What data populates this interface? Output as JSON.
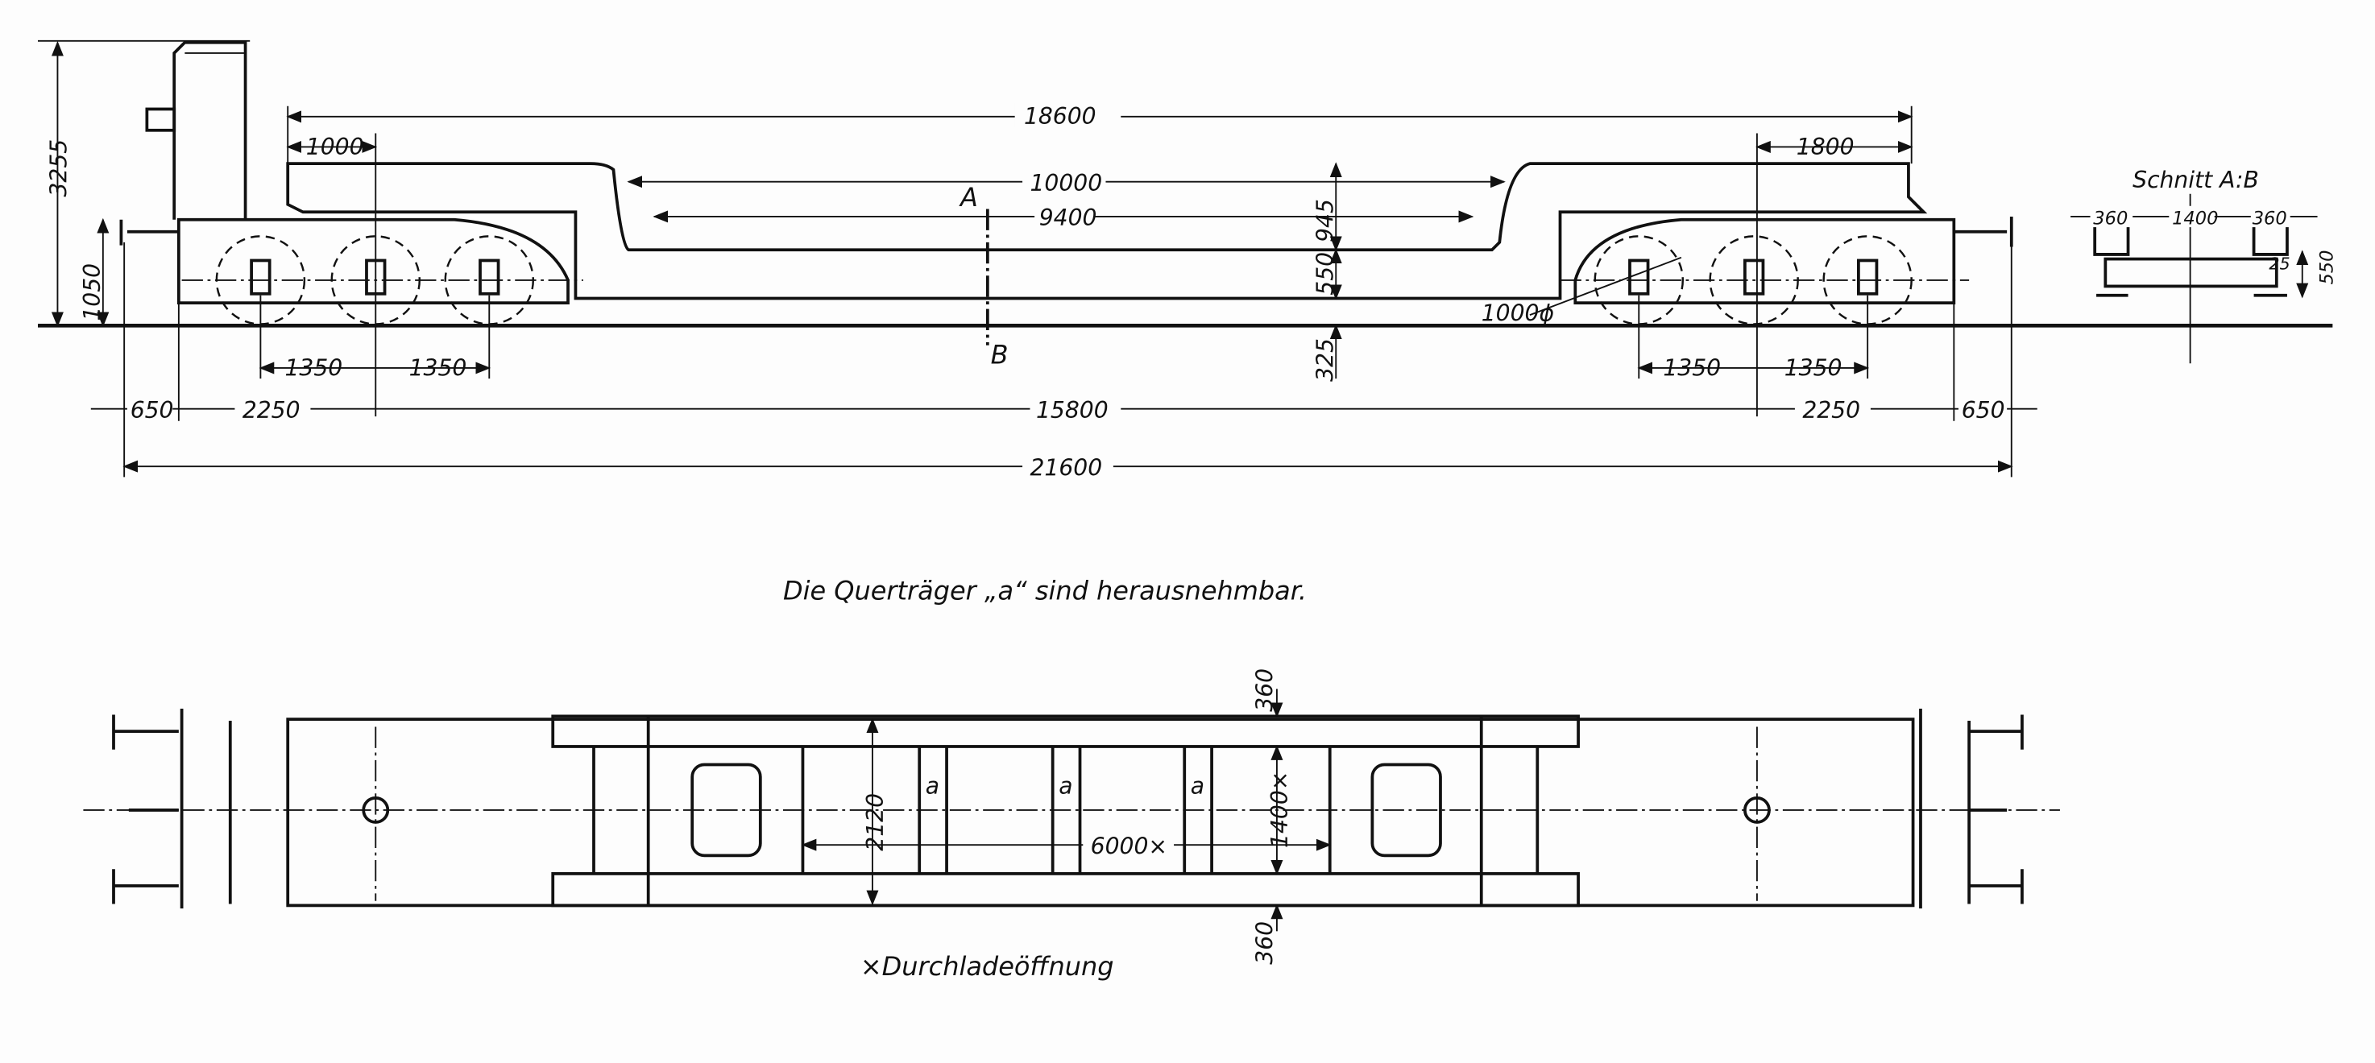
{
  "side_view": {
    "dims": {
      "total_height": "3255",
      "buffer_height": "1050",
      "deck_length": "18600",
      "left_offset": "1000",
      "right_offset": "1800",
      "well_length": "10000",
      "well_inner_length": "9400",
      "deck_height": "945",
      "well_depth": "550",
      "ground_clearance": "325",
      "wheel_diameter": "1000ϕ",
      "axle_spacing_l1": "1350",
      "axle_spacing_l2": "1350",
      "axle_spacing_r1": "1350",
      "axle_spacing_r2": "1350",
      "overhang_left": "650",
      "bogie_left": "2250",
      "bogie_centers": "15800",
      "bogie_right": "2250",
      "overhang_right": "650",
      "overall_length": "21600"
    },
    "section_marks": {
      "a": "A",
      "b": "B"
    }
  },
  "section_view": {
    "title": "Schnitt A:B",
    "dims": {
      "left_flange": "360",
      "spacing": "1400",
      "right_flange": "360",
      "height": "550",
      "plate": "25"
    }
  },
  "note": "Die Querträger „a“ sind herausnehmbar.",
  "plan_view": {
    "dims": {
      "width": "2120",
      "opening_length": "6000×",
      "opening_width": "1400×",
      "top_flange": "360",
      "bottom_flange": "360"
    },
    "crossbeams": [
      "a",
      "a",
      "a"
    ],
    "footnote": "×Durchladeöffnung"
  }
}
